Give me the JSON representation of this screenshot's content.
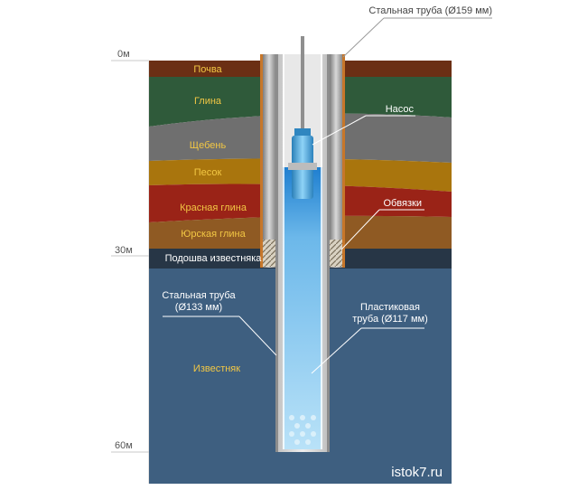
{
  "depth_marks": [
    "0м",
    "30м",
    "60м"
  ],
  "layers": [
    {
      "label": "Почва",
      "color": "#6b2f14"
    },
    {
      "label": "Глина",
      "color": "#2f5a3a"
    },
    {
      "label": "Щебень",
      "color": "#6f6f6f"
    },
    {
      "label": "Песок",
      "color": "#a9750d"
    },
    {
      "label": "Красная глина",
      "color": "#9a2317"
    },
    {
      "label": "Юрская глина",
      "color": "#8f5a23"
    },
    {
      "label": "Подошва известняка",
      "color": "#273646"
    },
    {
      "label": "Известняк",
      "color": "#3e5f80"
    }
  ],
  "callouts": {
    "steel_pipe_159": "Стальная труба (Ø159 мм)",
    "pump": "Насос",
    "ties": "Обвязки",
    "steel_pipe_133_line1": "Стальная труба",
    "steel_pipe_133_line2": "(Ø133 мм)",
    "plastic_pipe_line1": "Пластиковая",
    "plastic_pipe_line2": "труба (Ø117 мм)"
  },
  "watermark": "istok7.ru",
  "colors": {
    "label_yellow": "#f2c744",
    "label_white": "#ffffff",
    "water": "#7fc3ec",
    "steel": "#9a9a9a",
    "pump": "#4aa8d8"
  }
}
